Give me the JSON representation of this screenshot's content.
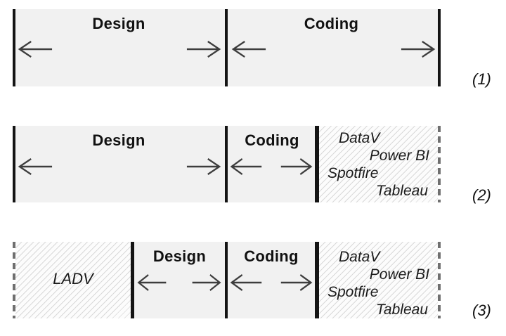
{
  "figure": {
    "rows": [
      {
        "marker": "(1)",
        "design_label": "Design",
        "coding_label": "Coding"
      },
      {
        "marker": "(2)",
        "design_label": "Design",
        "coding_label": "Coding",
        "tools": [
          "DataV",
          "Power BI",
          "Spotfire",
          "Tableau"
        ]
      },
      {
        "marker": "(3)",
        "left_label": "LADV",
        "design_label": "Design",
        "coding_label": "Coding",
        "tools": [
          "DataV",
          "Power BI",
          "Spotfire",
          "Tableau"
        ]
      }
    ],
    "colors": {
      "box_fill": "#f1f1f1",
      "boundary_bar": "#141414",
      "arrow": "#3d3d3d",
      "dashed_line": "#6f6f6f",
      "hatch_line": "#d9d9d9",
      "hatch_fill": "#fcfcfc"
    }
  }
}
